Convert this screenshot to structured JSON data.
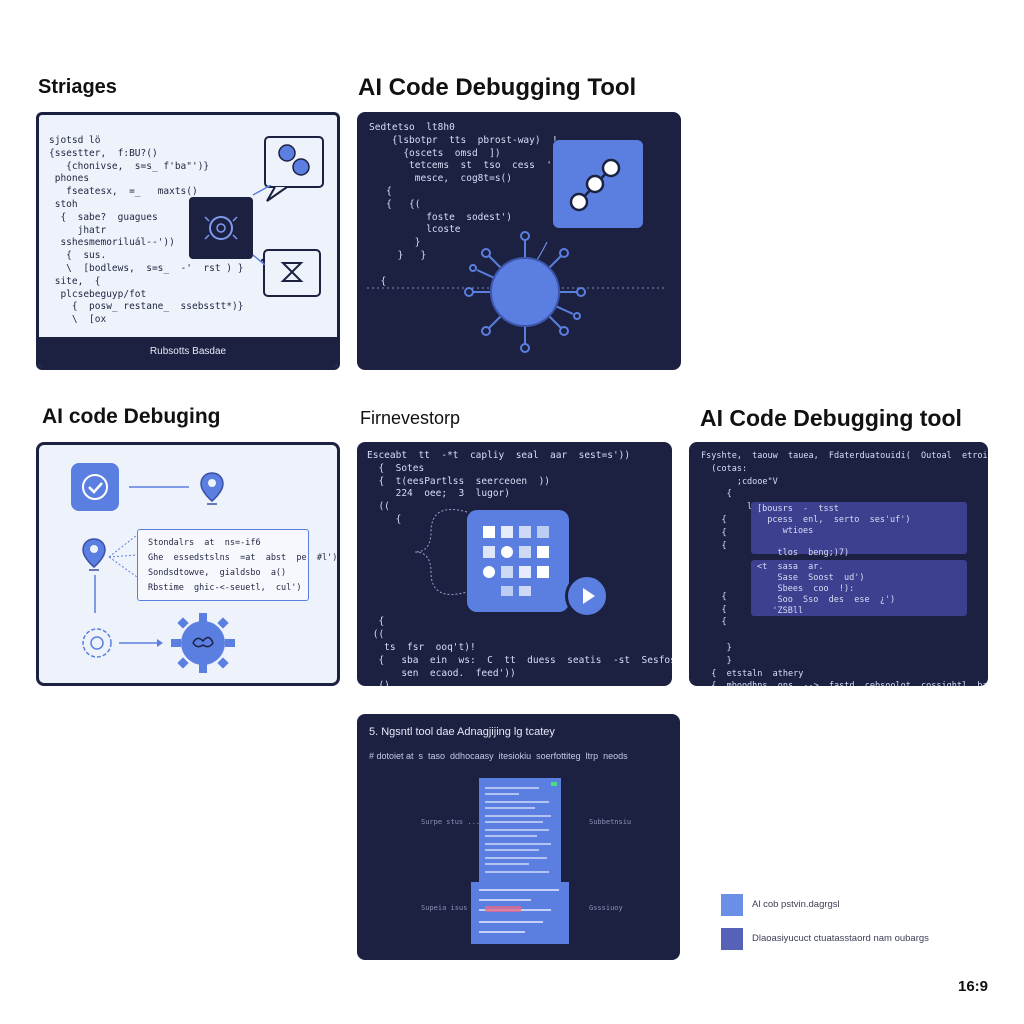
{
  "headings": {
    "h1": "Striages",
    "h2": "AI Code Debugging Tool",
    "h3": "AI code Debuging",
    "h4": "Firnevestorp",
    "h5": "AI Code Debugging tool"
  },
  "panel1": {
    "code": "sjotsd lö\n{ssestter,  f:BU?()\n   {chonivse,  s=s_ f'ba\"')}\n phones\n   fseatesx,  =_   maxts()\n stoh\n  {  sabe?  guagues\n     jhatr\n  sshesmemoriluál--'))\n   {  sus.\n   \\  [bodlews,  s=s_  -'  rst ) }\n site,  {\n  plcsebeguyp/fot\n    {  posw_ restane_  ssebsstt*)}\n    \\  [ox",
    "caption": "Rubsotts Basdae"
  },
  "panel2": {
    "code": "Sedtetso  lt8h0\n    {lsbotpr  tts  pbrost-way)  !\n      {oscets  omsd  ])\n       tetcems  st  tso  cess  ')))\n        mesce,  cog8t=s()\n   {\n   {   {(\n          foste  sodest')\n          lcoste\n        }\n     }   }\n\n  {"
  },
  "panel3": {
    "code": "Stondalrs  at  ns=-if6\nGhe  essedstslns  =at  abst  pe  #l')\nSondsdtowve,  gialdsbo  a()\nRbstime  ghic-<-seuetl,  cul')"
  },
  "panel4": {
    "code": "Esceabt  tt  -*t  capliy  seal  aar  sest=s'))\n  {  Sotes\n  {  t(eesPartlss  seerceoen  ))\n     224  oee;  3  lugor)\n  ((\n     {\n\n\n\n\n\n\n\n  {\n ((\n   ts  fsr  ooq't)!\n  {   sba  ein  ws:  C  tt  duess  seatis  -st  Sesfos  cs  =m  })\n      sen  ecaod.  feed'))\n  ()"
  },
  "panel5": {
    "code": "Fsyshte,  taouw  tauea,  Fdaterduatouidi(  Outoal  etroi)  baie  eei)\n  (cotas:\n       ;cdooe\"V\n     {\n         ln=te  cooler  ariuml,)\n    {\n    {\n    {\n\n\n\n    {\n    {\n    {\n\n     }\n     }\n  {  etstaln  athery\n  {  mboodhns  ons  -->  fastd  cebsoolot  cossightl  bas  loos  =puid)\n     cas  sos=s)"
  },
  "panel5_boxes": {
    "b1": "[bousrs  -  tsst\n  pcess  enl,  serto  ses'uf')\n     wtioes\n\n    tlos  beng;)7)",
    "b2": "<t  sasa  ar.\n    Sase  Soost  ud')\n    Sbees  coo  !):\n    Soo  Sso  des  ese  ¿')\n   'ZSBll"
  },
  "panel6": {
    "title": "5. Ngsntl tool dae Adnagjijing lg tcatey",
    "subtitle": "# dotoiet at  s  taso  ddhocaasy  itesiokiu  soerfottiteg  ltrp  neods",
    "side_labels": [
      "Surpe  stus  ...",
      "Subbetnsiu",
      "Supeia  isus",
      "Gsssiuoy"
    ]
  },
  "legend": [
    {
      "label": "Al  cob  pstvin.dagrgsl",
      "color": "#6b8fe6"
    },
    {
      "label": "Dlaoasiyucuct  ctuatasstaord  nam  oubargs",
      "color": "#5562b8"
    }
  ],
  "ratio_label": "16:9",
  "colors": {
    "dark_panel": "#1c2142",
    "accent_blue": "#5b7fe0",
    "light_panel": "#eef2fb"
  }
}
